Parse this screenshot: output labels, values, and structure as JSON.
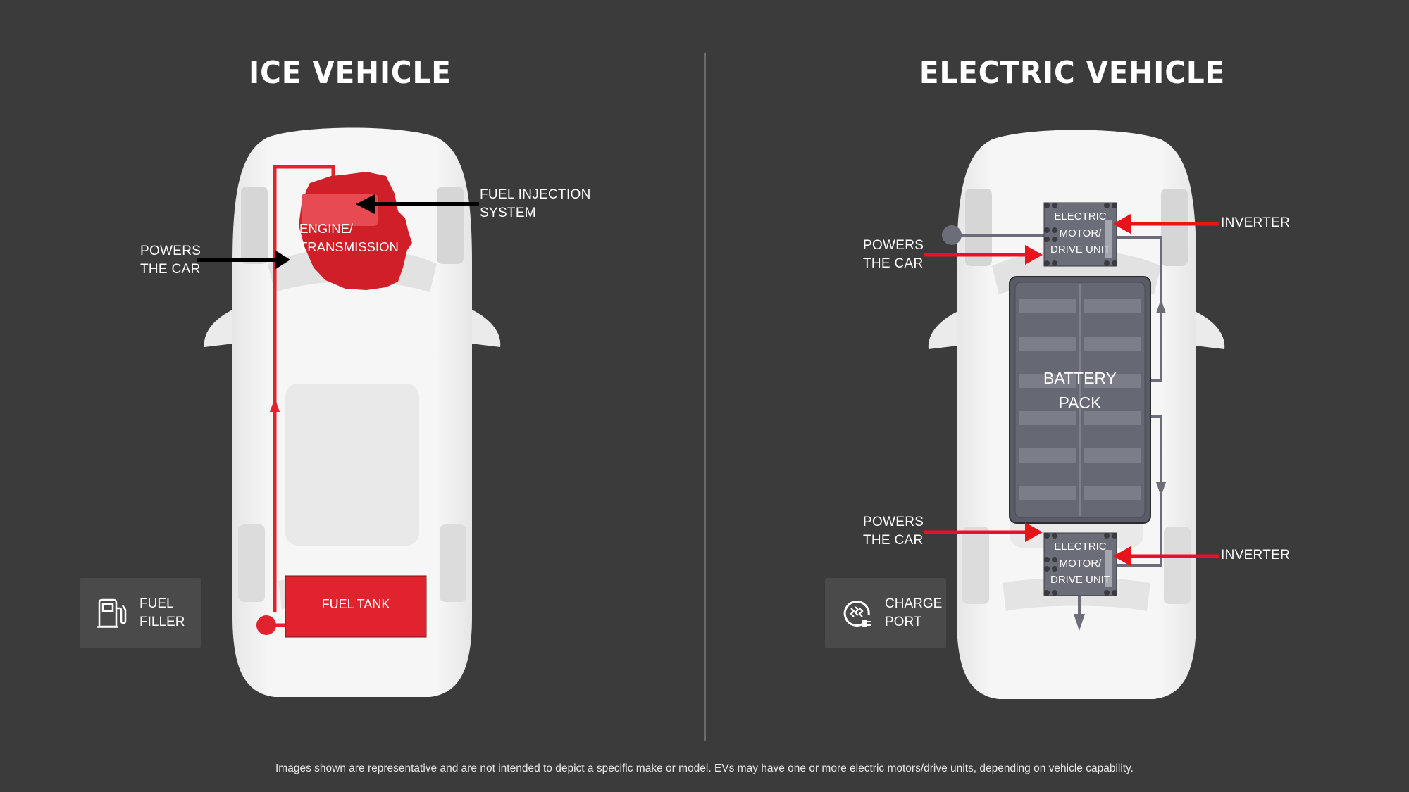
{
  "titles": {
    "ice": "ICE VEHICLE",
    "ev": "ELECTRIC VEHICLE"
  },
  "ice": {
    "engine_label_line1": "ENGINE/",
    "engine_label_line2": "TRANSMISSION",
    "fuel_injection_line1": "FUEL INJECTION",
    "fuel_injection_line2": "SYSTEM",
    "powers_line1": "POWERS",
    "powers_line2": "THE CAR",
    "fuel_tank": "FUEL TANK",
    "legend": {
      "icon": "fuel-pump-icon",
      "line1": "FUEL",
      "line2": "FILLER"
    }
  },
  "ev": {
    "front_motor": {
      "line1": "ELECTRIC",
      "line2": "MOTOR/",
      "line3": "DRIVE UNIT"
    },
    "rear_motor": {
      "line1": "ELECTRIC",
      "line2": "MOTOR/",
      "line3": "DRIVE UNIT"
    },
    "battery_line1": "BATTERY",
    "battery_line2": "PACK",
    "front_powers_line1": "POWERS",
    "front_powers_line2": "THE CAR",
    "rear_powers_line1": "POWERS",
    "rear_powers_line2": "THE CAR",
    "front_inverter": "INVERTER",
    "rear_inverter": "INVERTER",
    "legend": {
      "icon": "charge-port-icon",
      "line1": "CHARGE",
      "line2": "PORT"
    }
  },
  "footnote": "Images shown are representative and are not intended to depict a specific make or model. EVs may have one or more electric motors/drive units, depending on vehicle capability.",
  "colors": {
    "background": "#3b3b3b",
    "accent_red": "#e0232f",
    "component_gray": "#6b6e78",
    "car_body": "#f0f0f0"
  }
}
